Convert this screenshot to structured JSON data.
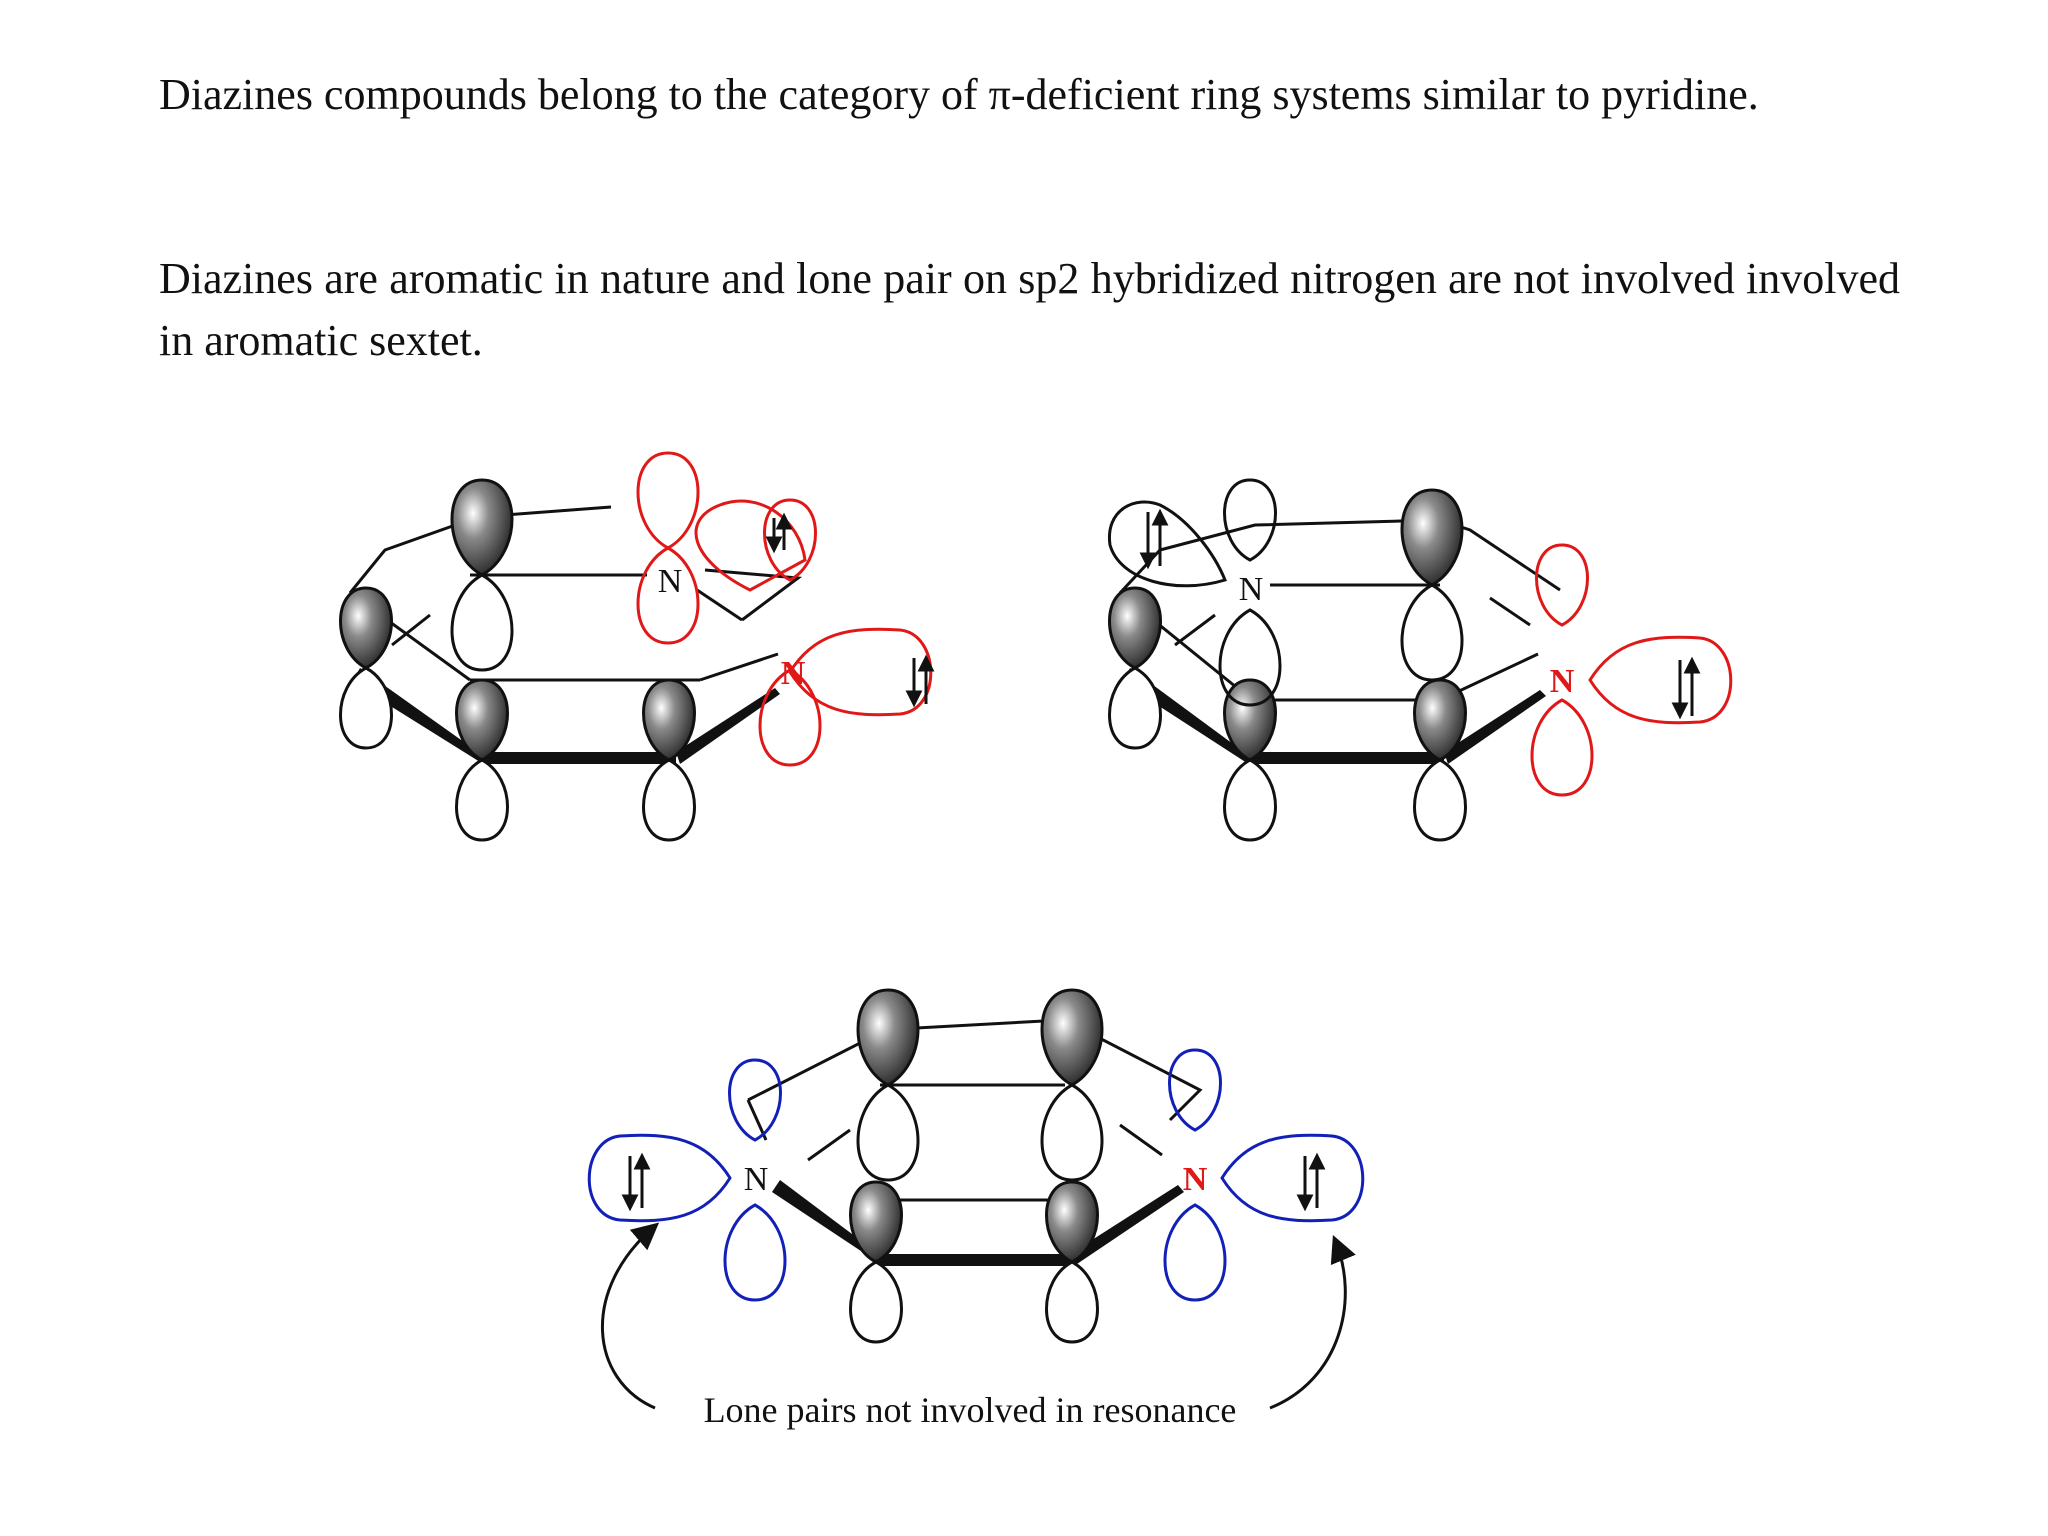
{
  "paragraphs": {
    "p1": "Diazines compounds belong to the category of π-deficient ring systems similar to pyridine.",
    "p2": "Diazines are aromatic in nature and lone pair on sp2 hybridized nitrogen are not involved involved in aromatic sextet."
  },
  "diagram_a": {
    "n_back": "N",
    "n_front": "N"
  },
  "diagram_b": {
    "n_back": "N",
    "n_front": "N"
  },
  "diagram_c": {
    "n_left": "N",
    "n_right": "N",
    "caption": "Lone pairs not involved in resonance"
  },
  "colors": {
    "highlight_red": "#e01818",
    "highlight_blue": "#1220b8",
    "ink": "#111111"
  }
}
